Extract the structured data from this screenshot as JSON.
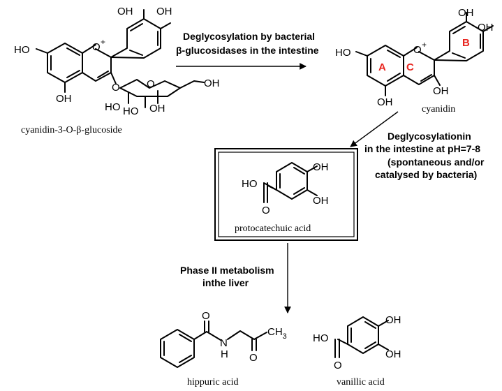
{
  "compounds": {
    "cyanidin_glucoside": {
      "name": "cyanidin-3-O-β-glucoside",
      "oh_top_right": "OH",
      "oh_top_left": "OH",
      "ho_ring_a": "HO",
      "oh_ring_a_bottom": "OH",
      "o_plus": "O",
      "plus": "+",
      "sugar_oh_top": "OH",
      "sugar_ho_1": "HO",
      "sugar_ho_2": "HO",
      "sugar_oh_3": "OH",
      "sugar_o": "O",
      "glyco_o": "O"
    },
    "cyanidin": {
      "name": "cyanidin",
      "oh_top_right": "OH",
      "oh_right": "OH",
      "ho_left": "HO",
      "oh_bottom": "OH",
      "oh_3": "OH",
      "o_plus": "O",
      "plus": "+",
      "ring_a": "A",
      "ring_b": "B",
      "ring_c": "C"
    },
    "protocatechuic_acid": {
      "name": "protocatechuic acid",
      "oh_top": "OH",
      "oh_bottom": "OH",
      "ho": "HO",
      "carbonyl_o": "O"
    },
    "hippuric_acid": {
      "name": "hippuric acid",
      "nh": "N",
      "h": "H",
      "carbonyl_o1": "O",
      "carbonyl_o2": "O",
      "ch3": "CH",
      "sub3": "3"
    },
    "vanillic_acid": {
      "name": "vanillic acid",
      "oh_top": "OH",
      "oh_bottom": "OH",
      "ho": "HO",
      "carbonyl_o": "O"
    }
  },
  "steps": {
    "step1_line1": "Deglycosylation by bacterial",
    "step1_line2": "β-glucosidases in the intestine",
    "step2_line1": "Deglycosylationin",
    "step2_line2": "in the intestine at pH=7-8",
    "step2_line3": "(spontaneous and/or",
    "step2_line4": "catalysed by bacteria)",
    "step3_line1": "Phase II metabolism",
    "step3_line2": "inthe liver"
  },
  "colors": {
    "ring_labels": "#e8251f",
    "lines": "#000000"
  }
}
